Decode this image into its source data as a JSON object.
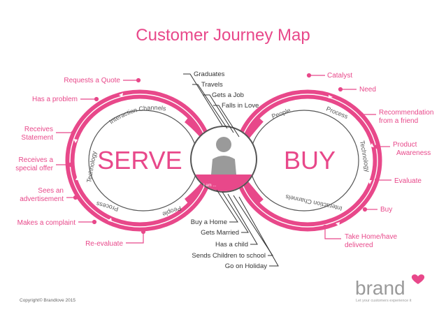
{
  "title": "Customer Journey Map",
  "serve_label": "SERVE",
  "buy_label": "BUY",
  "center_label": "I am ...",
  "loop_labels": {
    "left_top": "Interaction Channels",
    "left_side": "Technology",
    "left_bottom_process": "Process",
    "left_bottom_people": "People",
    "right_top_people": "People",
    "right_top_process": "Process",
    "right_side": "Technology",
    "right_bottom": "Interaction Channels"
  },
  "serve_items": [
    "Requests a Quote",
    "Has a problem",
    "Receives Statement",
    "Receives a special offer",
    "Sees an advertisement",
    "Makes a complaint",
    "Re-evaluate"
  ],
  "buy_items": [
    "Catalyst",
    "Need",
    "Recommendation from a friend",
    "Product Awareness",
    "Evaluate",
    "Buy",
    "Take Home/have delivered"
  ],
  "life_events_top": [
    "Graduates",
    "Travels",
    "Gets a Job",
    "Falls in Love"
  ],
  "life_events_bottom": [
    "Buy a Home",
    "Gets Married",
    "Has a child",
    "Sends Children to school",
    "Go on Holiday"
  ],
  "copyright": "Copyright© Brandlove 2015",
  "brand": {
    "name": "brand",
    "tagline": "Let your customers experience it"
  },
  "colors": {
    "accent": "#e8488a",
    "dark": "#333333",
    "grey": "#9a9a9a"
  }
}
